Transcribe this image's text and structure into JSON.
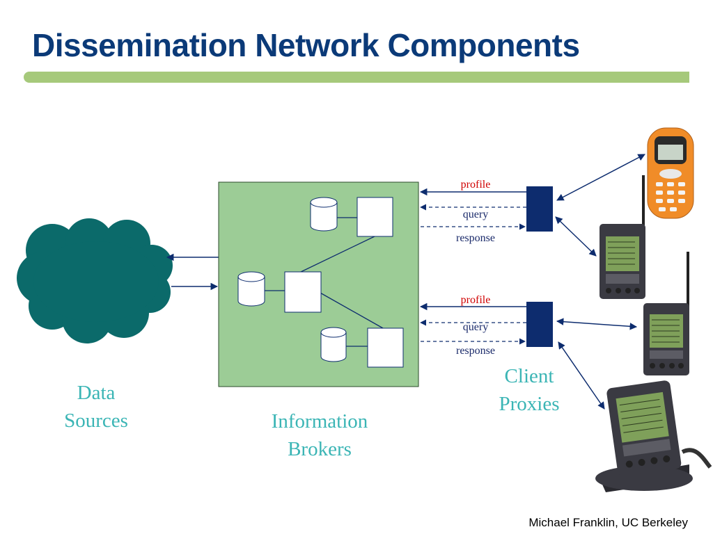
{
  "slide": {
    "title": "Dissemination Network Components",
    "footer": "Michael Franklin, UC Berkeley"
  },
  "diagram": {
    "groups": {
      "data_sources": [
        "Data",
        "Sources"
      ],
      "information_brokers": [
        "Information",
        "Brokers"
      ],
      "client_proxies": [
        "Client",
        "Proxies"
      ]
    },
    "channels": [
      {
        "profile": "profile",
        "query": "query",
        "response": "response"
      },
      {
        "profile": "profile",
        "query": "query",
        "response": "response"
      }
    ]
  },
  "colors": {
    "title": "#0b3a78",
    "accent_bar": "#a6c97b",
    "cloud": "#0b6a6a",
    "broker_box": "#9ccc96",
    "proxy": "#0d2c6e",
    "label_teal": "#3bb5b5",
    "profile_red": "#d00000"
  }
}
